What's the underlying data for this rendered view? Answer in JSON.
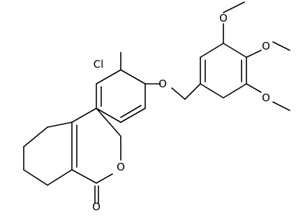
{
  "molecule": {
    "atoms": {
      "chlorine": "Cl",
      "ring_oxygen": "O",
      "carbonyl_oxygen": "O",
      "ether_oxygen": "O",
      "methoxy_oxygen_top": "O",
      "methoxy_oxygen_middle": "O",
      "methoxy_oxygen_bottom": "O"
    }
  },
  "colors": {
    "bond": "#000000",
    "label": "#000000",
    "background": "#ffffff"
  }
}
